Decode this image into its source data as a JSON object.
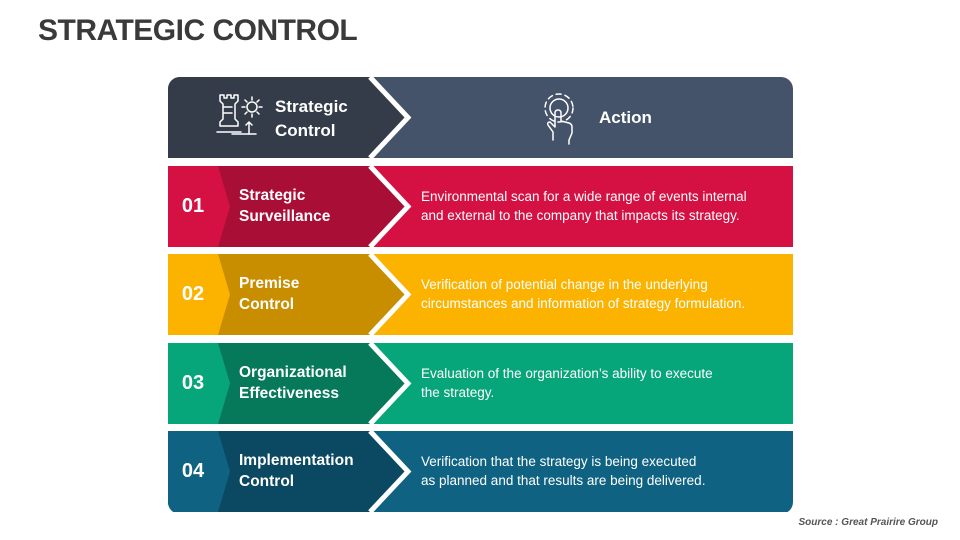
{
  "title": "STRATEGIC CONTROL",
  "header": {
    "left_label_line1": "Strategic",
    "left_label_line2": "Control",
    "right_label": "Action",
    "left_icon": "chess-rook-gear-icon",
    "right_icon": "hand-gear-icon",
    "color_dark": "#353c49",
    "color_light": "#45536a"
  },
  "rows": [
    {
      "number": "01",
      "name_line1": "Strategic",
      "name_line2": "Surveillance",
      "desc_line1": "Environmental scan for a wide range of events internal",
      "desc_line2": "and external to the company that impacts its strategy.",
      "color_num": "#d51043",
      "color_name": "#a90e36",
      "color_desc": "#d51043"
    },
    {
      "number": "02",
      "name_line1": "Premise",
      "name_line2": "Control",
      "desc_line1": "Verification of potential change in the underlying",
      "desc_line2": "circumstances and information of strategy formulation.",
      "color_num": "#fbb300",
      "color_name": "#c98d00",
      "color_desc": "#fbb300"
    },
    {
      "number": "03",
      "name_line1": "Organizational",
      "name_line2": "Effectiveness",
      "desc_line1": "Evaluation of the organization’s ability to execute",
      "desc_line2": "the strategy.",
      "color_num": "#07a67a",
      "color_name": "#06795a",
      "color_desc": "#07a67a"
    },
    {
      "number": "04",
      "name_line1": "Implementation",
      "name_line2": "Control",
      "desc_line1": "Verification that the strategy is being executed",
      "desc_line2": "as planned and that results are being delivered.",
      "color_num": "#0f6282",
      "color_name": "#0b4861",
      "color_desc": "#0f6282"
    }
  ],
  "source": "Source : Great Prairire Group"
}
